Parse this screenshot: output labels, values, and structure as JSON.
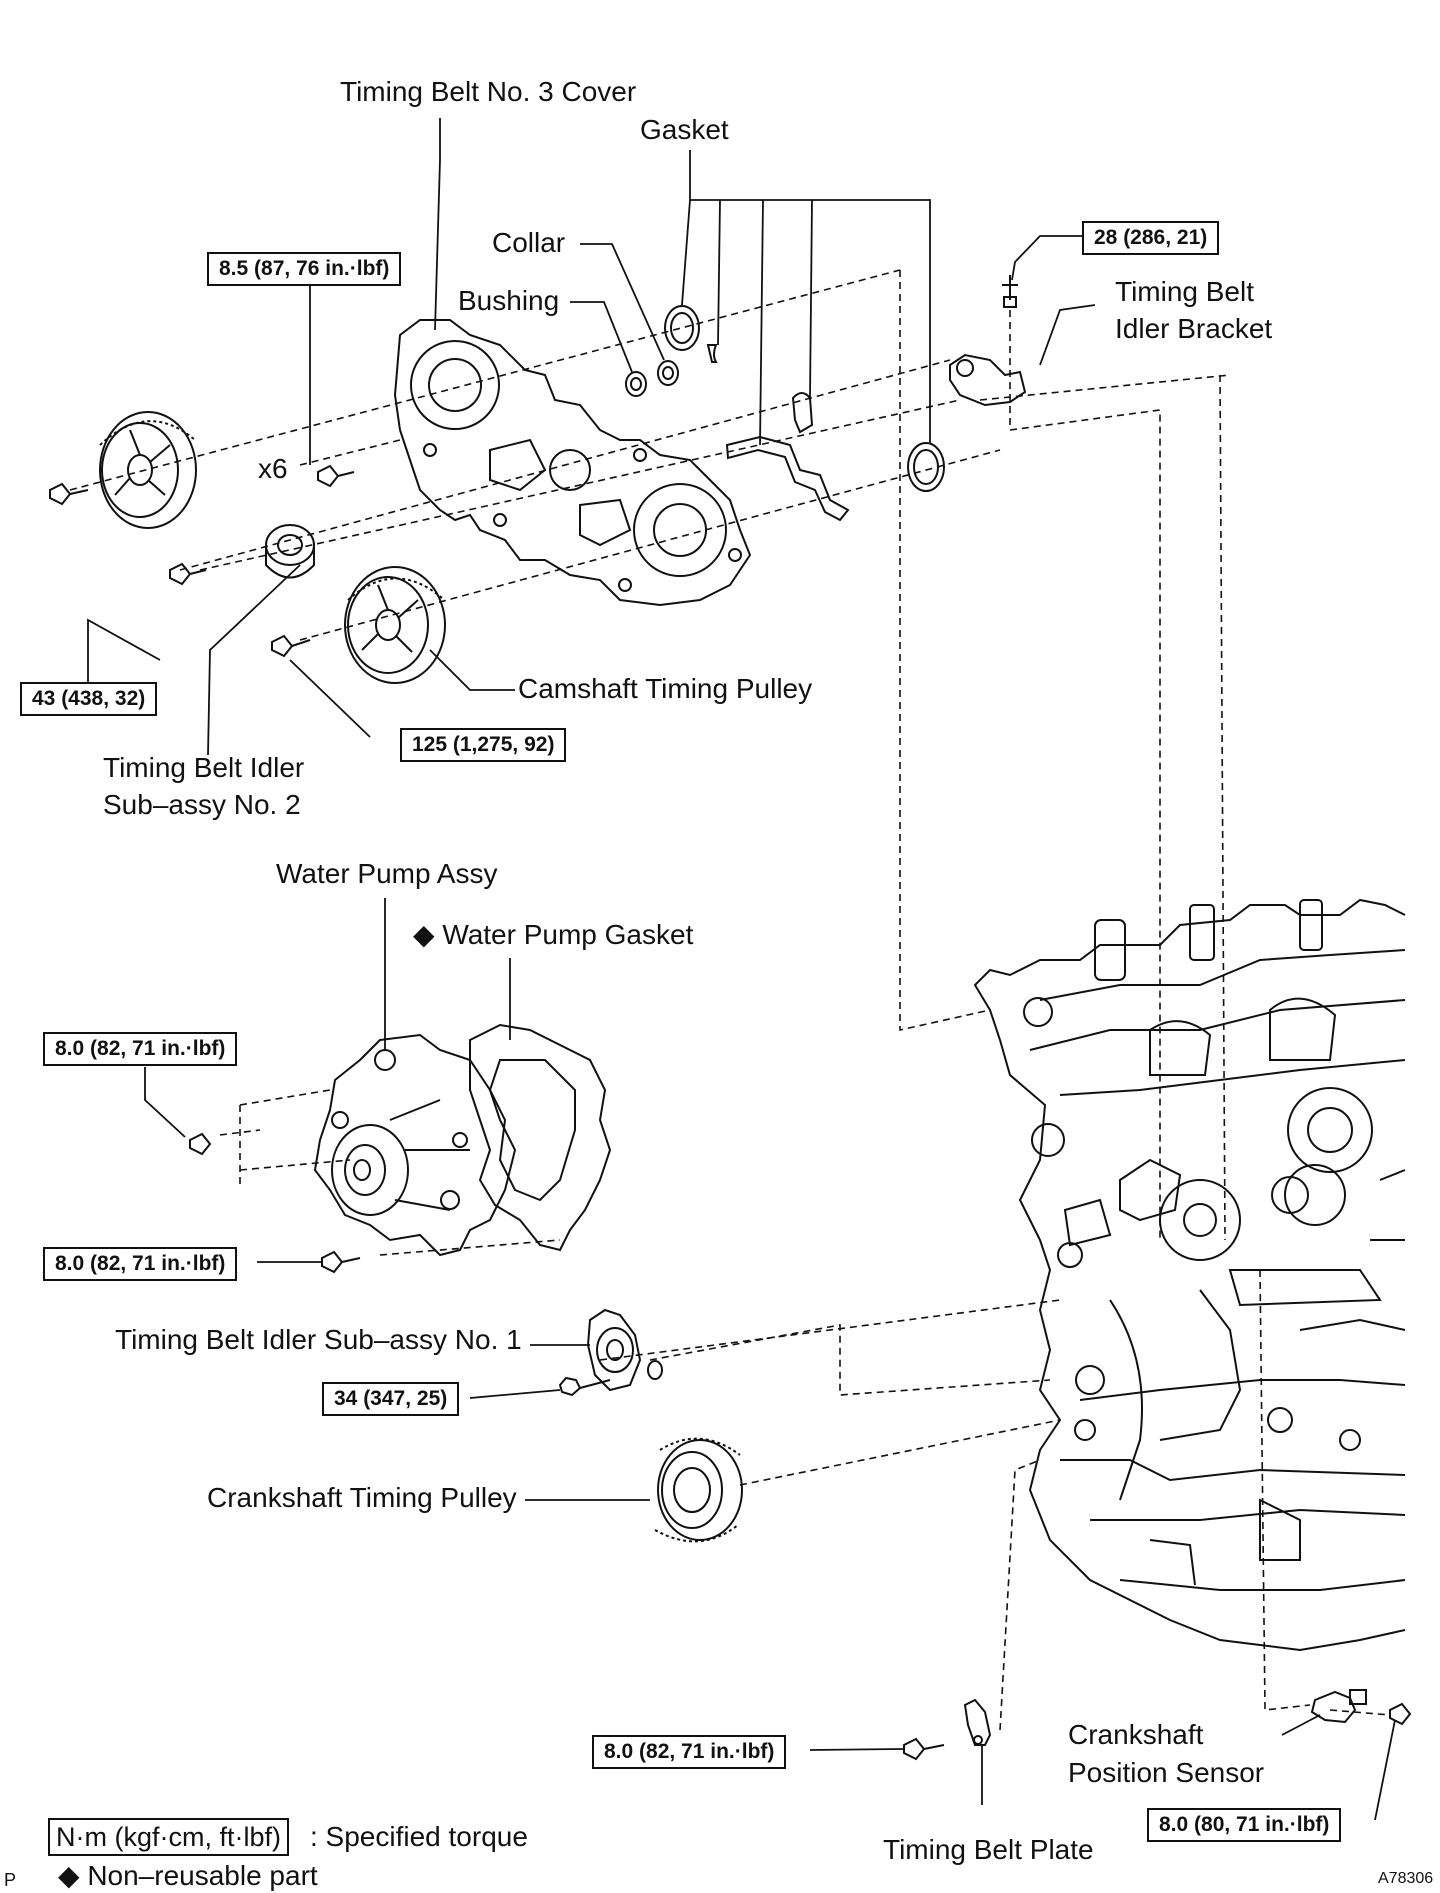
{
  "labels": {
    "cover3": "Timing Belt No. 3 Cover",
    "gasket": "Gasket",
    "collar": "Collar",
    "bushing": "Bushing",
    "idler_bracket_1": "Timing Belt",
    "idler_bracket_2": "Idler Bracket",
    "x6": "x6",
    "cam_pulley": "Camshaft Timing Pulley",
    "idler2_1": "Timing Belt Idler",
    "idler2_2": "Sub–assy No. 2",
    "water_pump": "Water Pump Assy",
    "wp_gasket": "◆ Water Pump Gasket",
    "idler1": "Timing Belt Idler Sub–assy No. 1",
    "crank_pulley": "Crankshaft Timing Pulley",
    "belt_plate": "Timing Belt Plate",
    "ckp_1": "Crankshaft",
    "ckp_2": "Position Sensor"
  },
  "torques": {
    "t_bracket": "28 (286, 21)",
    "t_cover": "8.5 (87, 76 in.·lbf)",
    "t_idler2": "43 (438, 32)",
    "t_cam": "125 (1,275, 92)",
    "t_wp_top": "8.0 (82, 71 in.·lbf)",
    "t_wp_bottom": "8.0 (82, 71 in.·lbf)",
    "t_idler1": "34 (347, 25)",
    "t_plate": "8.0 (82, 71 in.·lbf)",
    "t_sensor": "8.0 (80, 71 in.·lbf)"
  },
  "legend": {
    "unit_box": "N·m (kgf·cm, ft·lbf)",
    "unit_text": ": Specified torque",
    "nonreusable": "◆ Non–reusable part"
  },
  "corner": {
    "left": "P",
    "code": "A78306"
  }
}
